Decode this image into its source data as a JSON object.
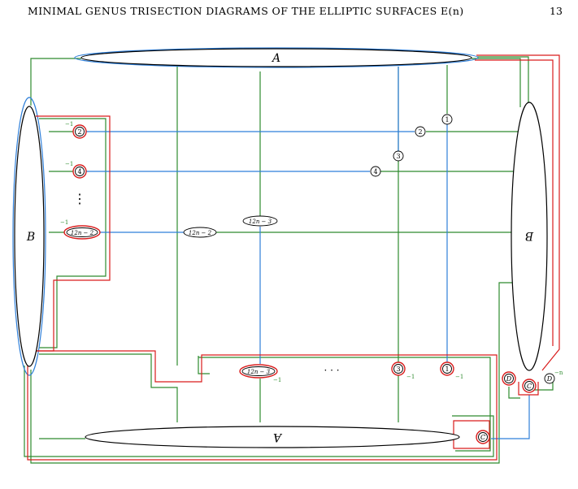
{
  "header": {
    "title": "MINIMAL GENUS TRISECTION DIAGRAMS OF THE ELLIPTIC SURFACES E(n)",
    "page_number": "13"
  },
  "figure": {
    "disks": {
      "A_top": "A",
      "B_left": "B",
      "B_right": "B",
      "A_bottom": "A"
    },
    "nodes": {
      "two_left": "2",
      "four_left": "4",
      "dots_vertical": "⋮",
      "twelve_left": "12n − 2",
      "two_mid": "2",
      "four_mid": "4",
      "three_mid": "3",
      "one_mid": "1",
      "twelve_mid": "12n − 2",
      "twelve_n3_mid": "12n − 3",
      "twelve_n3_bottom": "12n − 3",
      "dots_horizontal": "· · ·",
      "three_bottom": "3",
      "one_bottom": "1",
      "D_left": "D",
      "C_center": "C",
      "D_right": "D",
      "C_bottom": "C"
    },
    "framing": {
      "f_two": "−1",
      "f_four": "−1",
      "f_twelve": "−1",
      "f_twelve_n3": "−1",
      "f_three": "−1",
      "f_one": "−1",
      "f_D": "−n"
    },
    "colors": {
      "green": "#2e8b2e",
      "blue": "#2f7fd9",
      "red": "#d91c1c",
      "black": "#000000"
    }
  }
}
